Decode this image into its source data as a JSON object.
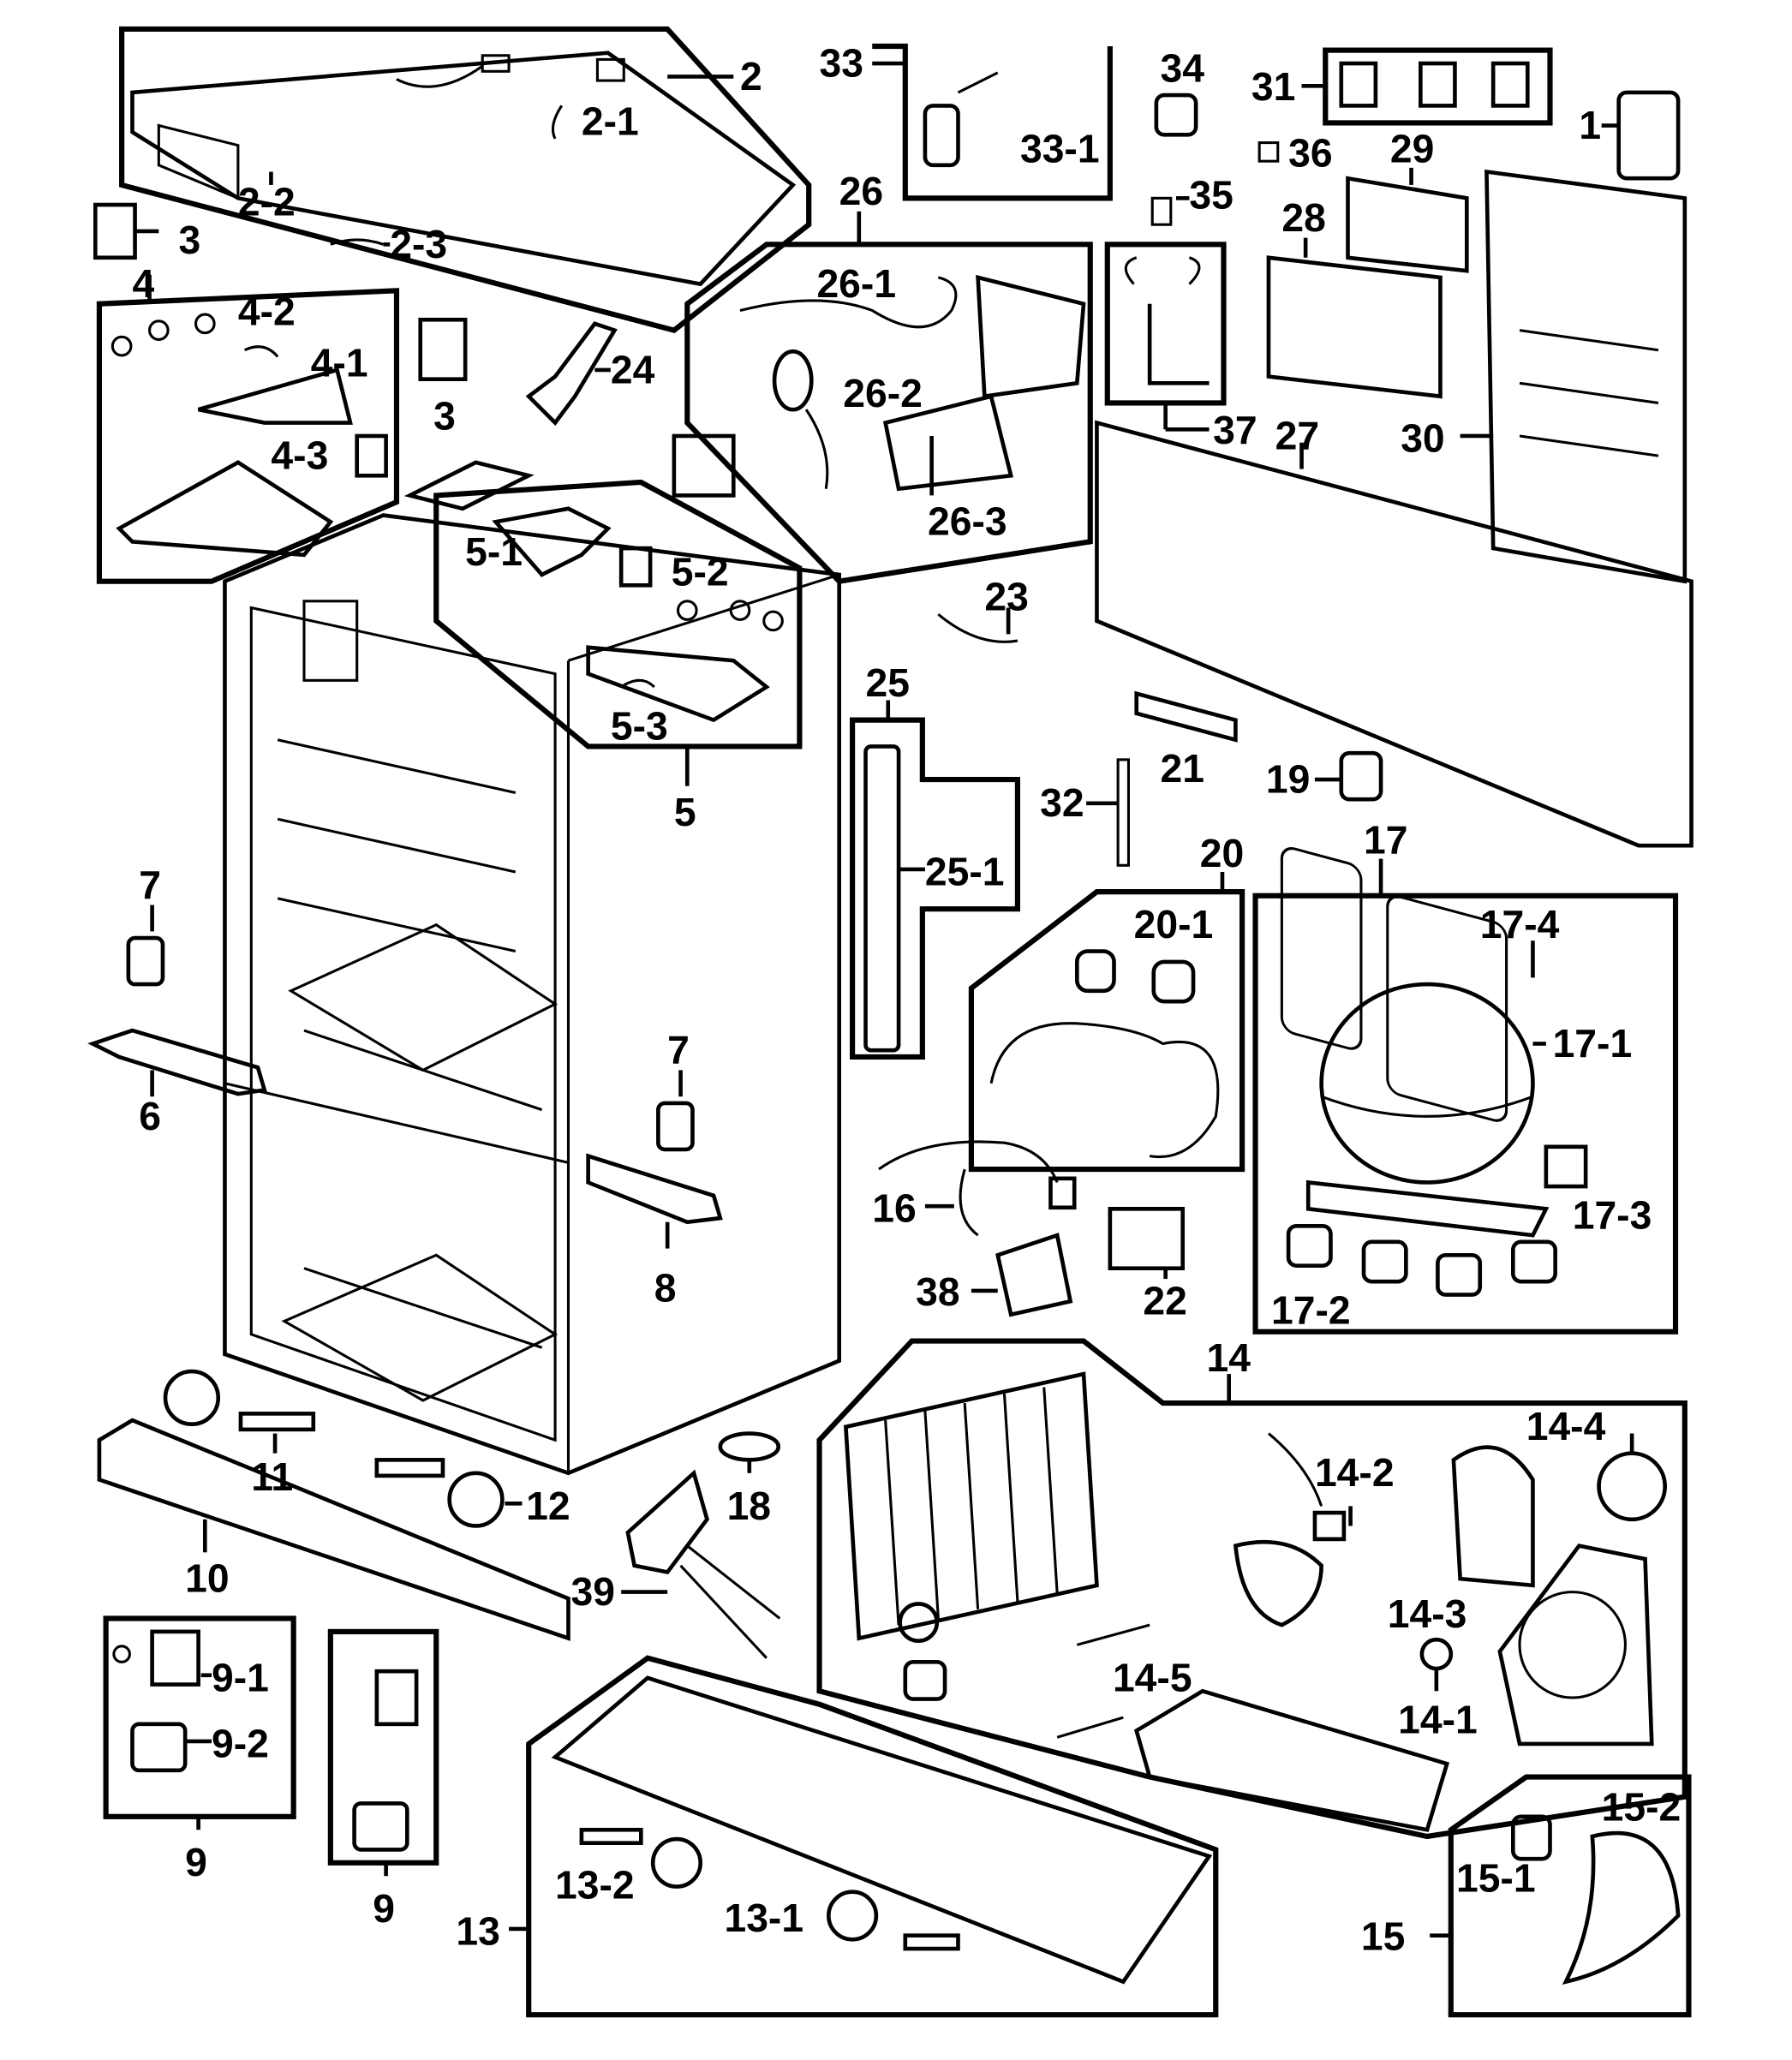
{
  "labels": {
    "l1": "1",
    "l2": "2",
    "l2_1": "2-1",
    "l2_2": "2-2",
    "l2_3": "2-3",
    "l3a": "3",
    "l3b": "3",
    "l4": "4",
    "l4_1": "4-1",
    "l4_2": "4-2",
    "l4_3": "4-3",
    "l5": "5",
    "l5_1": "5-1",
    "l5_2": "5-2",
    "l5_3": "5-3",
    "l6": "6",
    "l7a": "7",
    "l7b": "7",
    "l8": "8",
    "l9a": "9",
    "l9b": "9",
    "l9_1": "9-1",
    "l9_2": "9-2",
    "l10": "10",
    "l11": "11",
    "l12": "12",
    "l13": "13",
    "l13_1": "13-1",
    "l13_2": "13-2",
    "l14": "14",
    "l14_1": "14-1",
    "l14_2": "14-2",
    "l14_3": "14-3",
    "l14_4": "14-4",
    "l14_5": "14-5",
    "l15": "15",
    "l15_1": "15-1",
    "l15_2": "15-2",
    "l16": "16",
    "l17": "17",
    "l17_1": "17-1",
    "l17_2": "17-2",
    "l17_3": "17-3",
    "l17_4": "17-4",
    "l18": "18",
    "l19": "19",
    "l20": "20",
    "l20_1": "20-1",
    "l21": "21",
    "l22": "22",
    "l23": "23",
    "l24": "24",
    "l25": "25",
    "l25_1": "25-1",
    "l26": "26",
    "l26_1": "26-1",
    "l26_2": "26-2",
    "l26_3": "26-3",
    "l27": "27",
    "l28": "28",
    "l29": "29",
    "l30": "30",
    "l31": "31",
    "l32": "32",
    "l33": "33",
    "l33_1": "33-1",
    "l34": "34",
    "l35": "35",
    "l36": "36",
    "l37": "37",
    "l38": "38",
    "l39": "39"
  }
}
